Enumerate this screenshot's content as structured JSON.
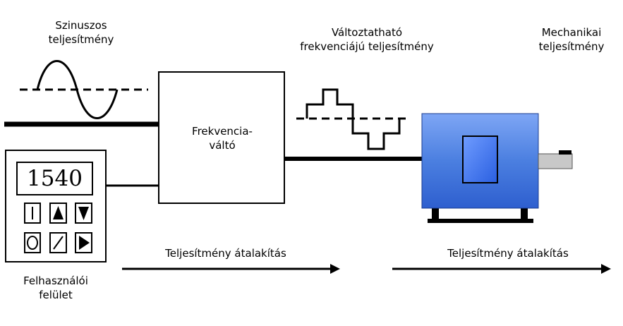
{
  "labels": {
    "input_power": "Szinuszos\nteljesítmény",
    "variable_power": "Változtatható\nfrekvenciájú teljesítmény",
    "mechanical_power": "Mechanikai\nteljesítmény",
    "converter": "Frekvencia-\nváltó",
    "user_interface": "Felhasználói\nfelület",
    "conversion_1": "Teljesítmény átalakítás",
    "conversion_2": "Teljesítmény átalakítás"
  },
  "keypad": {
    "display_value": "1540",
    "keys": [
      "start-icon",
      "up-arrow-icon",
      "down-arrow-icon",
      "stop-icon",
      "slash-icon",
      "right-arrow-icon"
    ]
  },
  "colors": {
    "motor_body": "#4b7fe0",
    "motor_core": "#3f73f0",
    "shaft": "#c8c8c8"
  }
}
